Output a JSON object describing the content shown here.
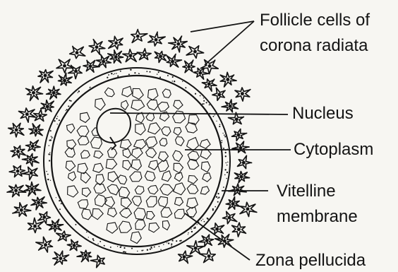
{
  "labels": {
    "follicle_line1": "Follicle cells of",
    "follicle_line2": "corona radiata",
    "nucleus": "Nucleus",
    "cytoplasm": "Cytoplasm",
    "vitelline_line1": "Vitelline",
    "vitelline_line2": "membrane",
    "zona": "Zona pellucida"
  },
  "colors": {
    "ink": "#141414",
    "paper": "#f7f6f2"
  }
}
